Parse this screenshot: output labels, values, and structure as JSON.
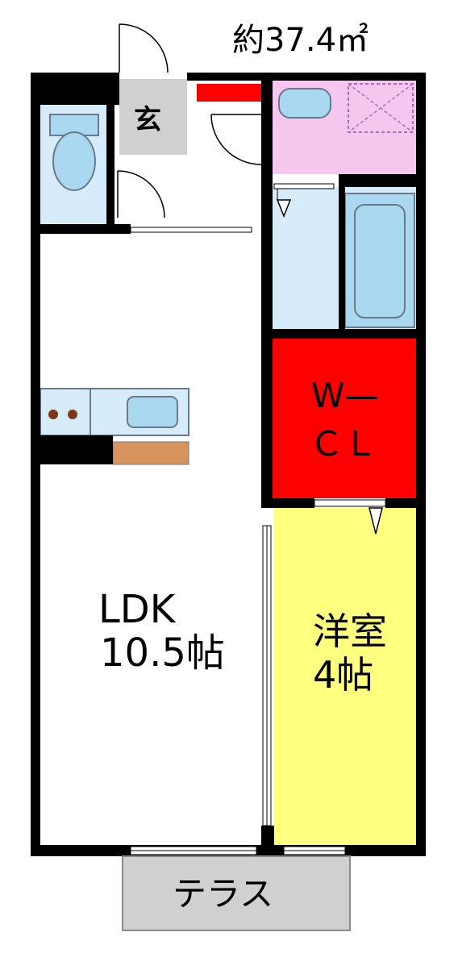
{
  "area_label": "約37.4㎡",
  "rooms": {
    "entrance": "玄",
    "wcl_line1": "W—",
    "wcl_line2": "ＣＬ",
    "ldk_line1": "LDK",
    "ldk_line2": "10.5帖",
    "western_line1": "洋室",
    "western_line2": "4帖",
    "terrace": "テラス"
  },
  "colors": {
    "wall": "#000000",
    "wet_area": "#d7ecfb",
    "fixture": "#a9d8f0",
    "powder_room": "#f6c7ee",
    "wcl": "#ff0000",
    "western_room": "#ffff80",
    "terrace": "#d0d0d0",
    "counter": "#d9935c",
    "floor": "#ffffff"
  }
}
